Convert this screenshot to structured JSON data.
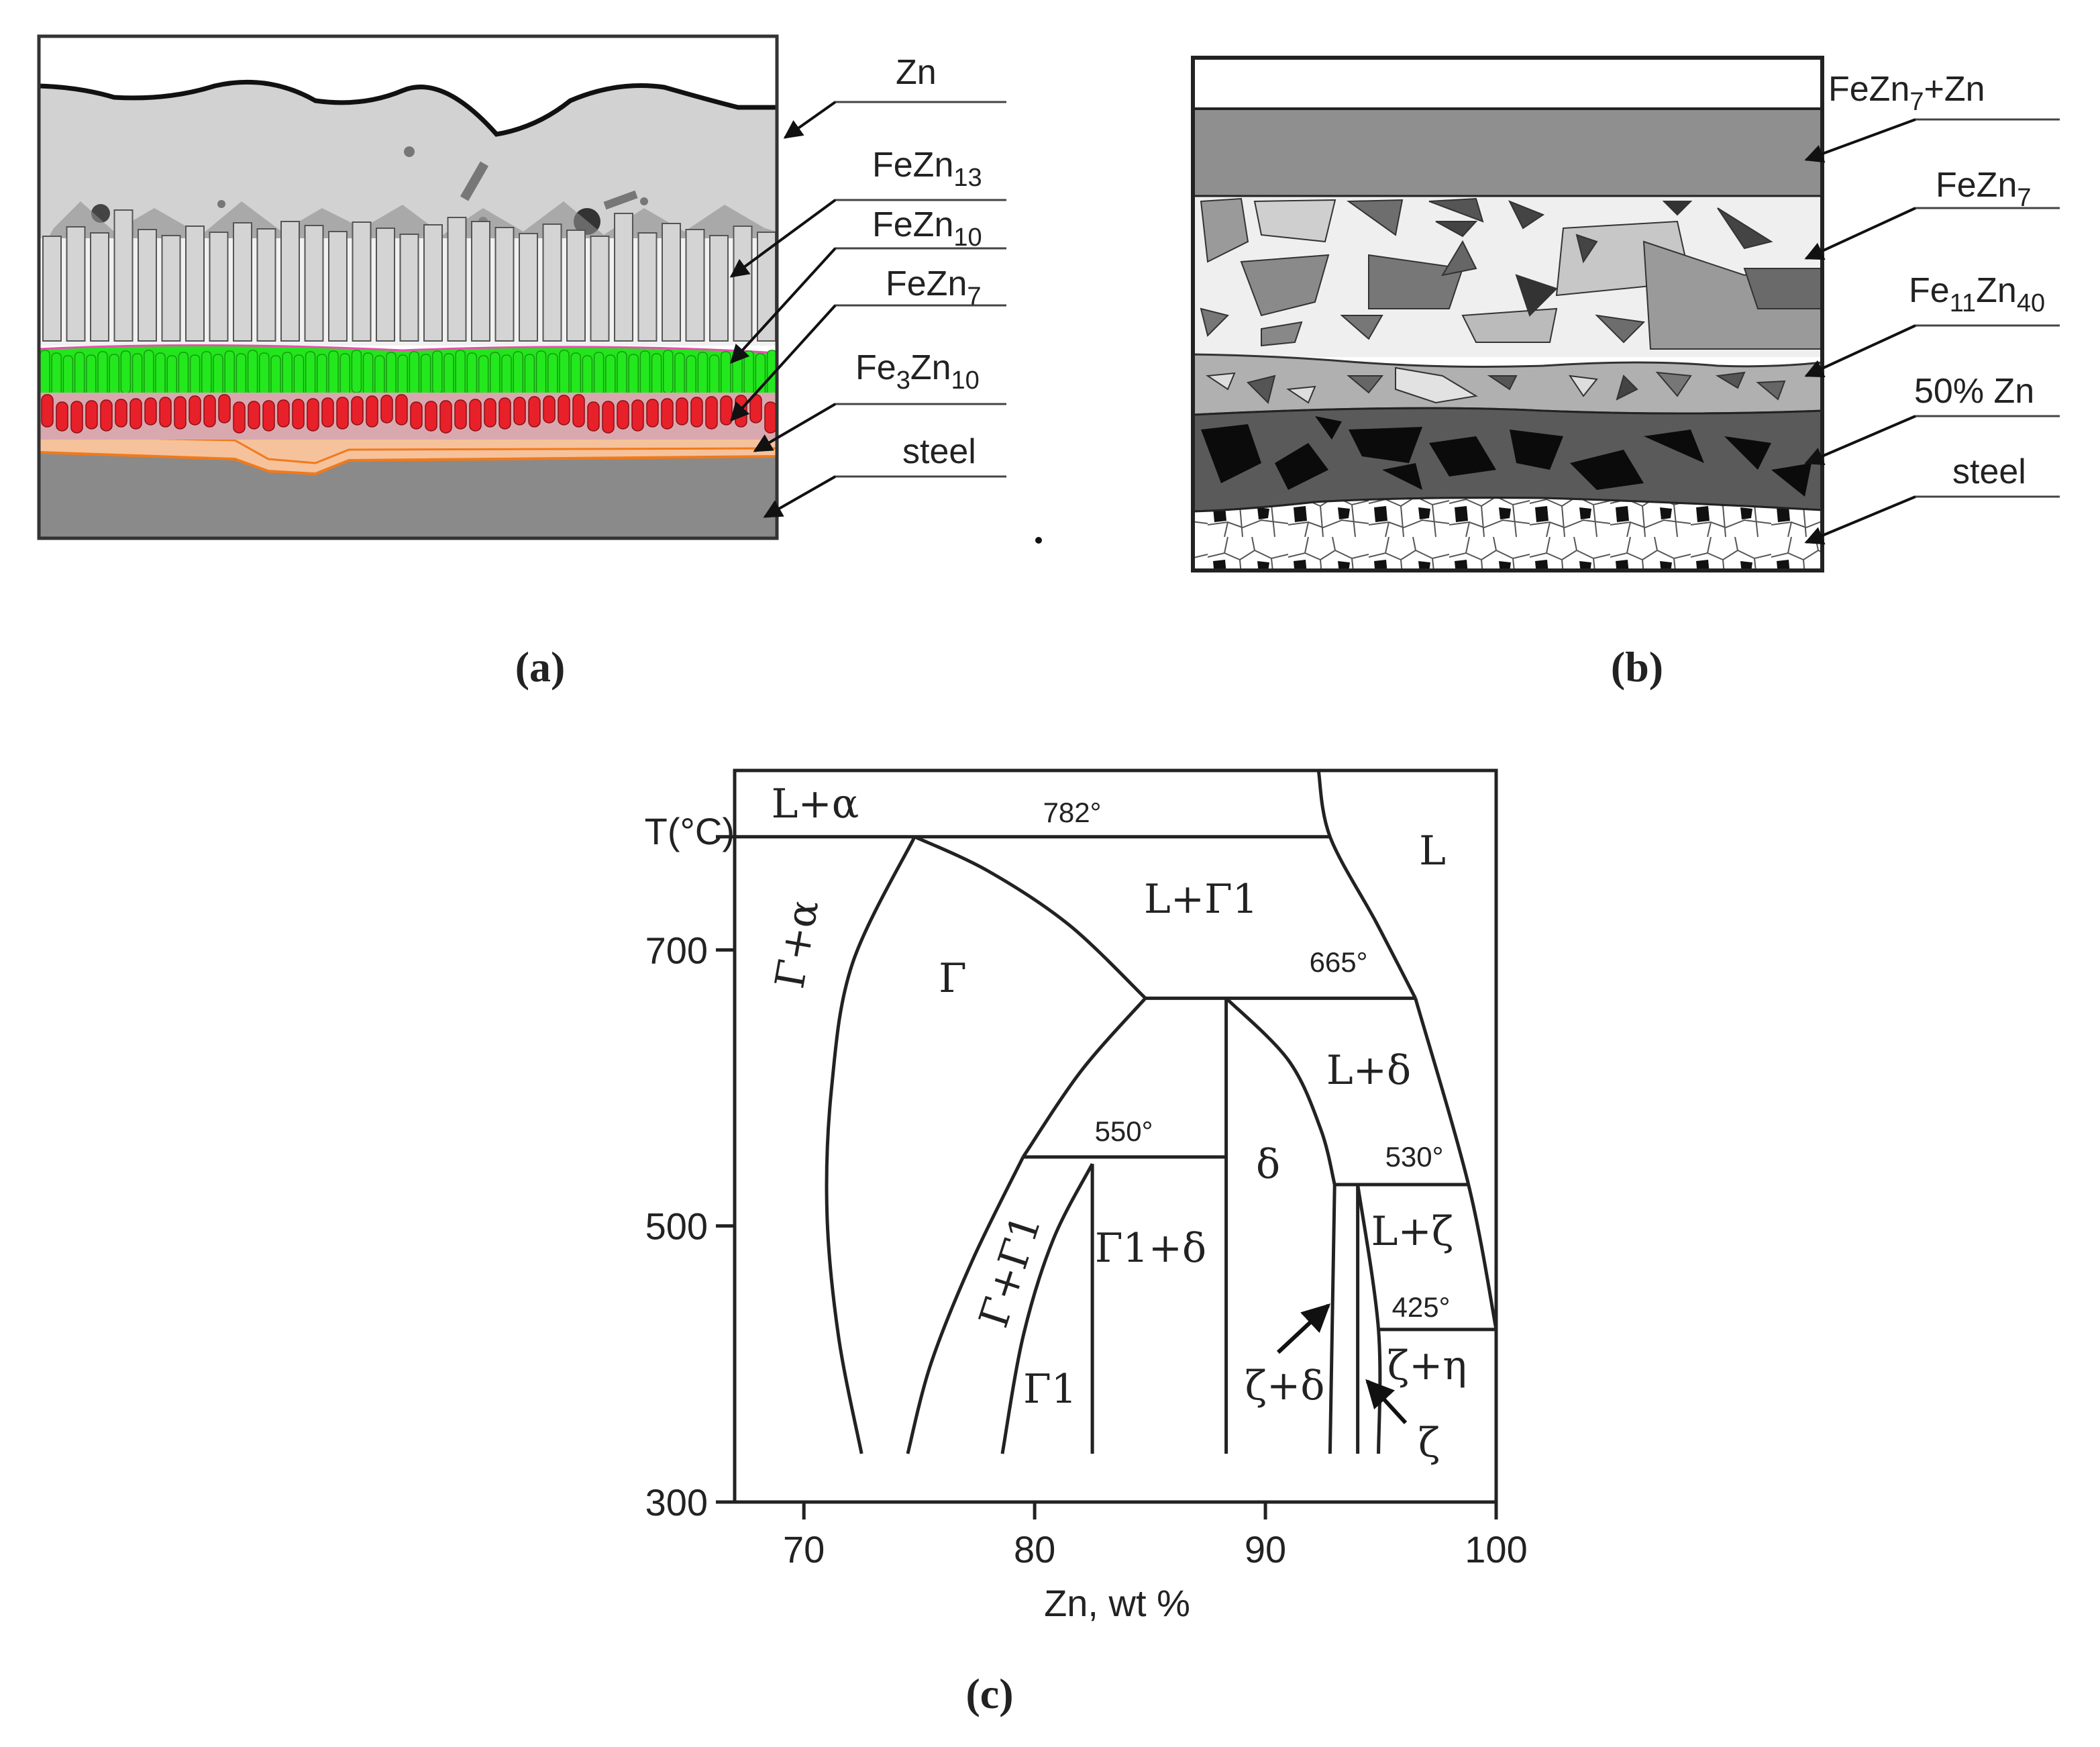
{
  "panel_a": {
    "caption": "(a)",
    "layers": [
      {
        "name": "Zn",
        "sub": ""
      },
      {
        "name": "FeZn",
        "sub": "13"
      },
      {
        "name": "FeZn",
        "sub": "10"
      },
      {
        "name": "FeZn",
        "sub": "7"
      },
      {
        "name": "Fe",
        "sub": "3",
        "name2": "Zn",
        "sub2": "10"
      },
      {
        "name": "steel",
        "sub": ""
      }
    ],
    "colors": {
      "zn": "#d2d2d2",
      "fezn13": "#cdcdcd",
      "fezn10": "#22e51b",
      "fezn7": "#e8202a",
      "fe3zn10": "#f07a1c",
      "steel": "#8a8a8a"
    }
  },
  "panel_b": {
    "caption": "(b)",
    "layers": [
      {
        "name": "FeZn",
        "sub": "7",
        "tail": "+Zn"
      },
      {
        "name": "FeZn",
        "sub": "7",
        "tail": ""
      },
      {
        "name": "Fe",
        "sub": "11",
        "name2": "Zn",
        "sub2": "40"
      },
      {
        "name": "50% Zn",
        "sub": ""
      },
      {
        "name": "steel",
        "sub": ""
      }
    ]
  },
  "panel_c": {
    "caption": "(c)",
    "ylabel": "T(°C)",
    "xlabel": "Zn, wt %",
    "xticks": [
      "70",
      "80",
      "90",
      "100"
    ],
    "yticks": [
      "700",
      "500",
      "300"
    ],
    "isotherms": [
      "782°",
      "665°",
      "550°",
      "530°",
      "425°"
    ],
    "regions": {
      "l_alpha": "L+α",
      "gamma_alpha": "Γ+α",
      "gamma": "Γ",
      "l_gamma1": "L+Γ1",
      "l": "L",
      "l_delta": "L+δ",
      "delta": "δ",
      "gamma_gamma1": "Γ+Γ1",
      "gamma1_delta": "Γ1+δ",
      "gamma1": "Γ1",
      "l_zeta": "L+ζ",
      "zeta_eta": "ζ+η",
      "zeta_delta": "ζ+δ",
      "zeta": "ζ"
    }
  },
  "chart_data": {
    "type": "phase-diagram",
    "title": "",
    "xlabel": "Zn, wt %",
    "ylabel": "T(°C)",
    "xlim": [
      67,
      100
    ],
    "ylim": [
      300,
      830
    ],
    "xticks": [
      70,
      80,
      90,
      100
    ],
    "yticks": [
      300,
      500,
      700
    ],
    "isotherms": [
      {
        "T": 782,
        "x_from": 67,
        "x_to": 92.8,
        "label": "782°"
      },
      {
        "T": 665,
        "x_from": 84.8,
        "x_to": 96.5,
        "label": "665°"
      },
      {
        "T": 550,
        "x_from": 79.5,
        "x_to": 88.3,
        "label": "550°"
      },
      {
        "T": 530,
        "x_from": 93.0,
        "x_to": 98.8,
        "label": "530°"
      },
      {
        "T": 425,
        "x_from": 94.9,
        "x_to": 100,
        "label": "425°"
      }
    ],
    "boundaries": [
      {
        "name": "gamma_alpha_solvus",
        "points": [
          [
            72.5,
            335
          ],
          [
            71.5,
            420
          ],
          [
            71.0,
            510
          ],
          [
            71.2,
            600
          ],
          [
            72.1,
            690
          ],
          [
            74.8,
            782
          ]
        ]
      },
      {
        "name": "gamma_right",
        "points": [
          [
            74.8,
            782
          ],
          [
            78.0,
            757
          ],
          [
            81.5,
            718
          ],
          [
            84.8,
            665
          ]
        ]
      },
      {
        "name": "gamma_gamma1_upper",
        "points": [
          [
            84.8,
            665
          ],
          [
            82.0,
            612
          ],
          [
            79.5,
            550
          ]
        ]
      },
      {
        "name": "gamma_gamma1_lower",
        "points": [
          [
            79.5,
            550
          ],
          [
            77.3,
            475
          ],
          [
            75.5,
            400
          ],
          [
            74.5,
            335
          ]
        ]
      },
      {
        "name": "gamma1_left",
        "points": [
          [
            82.5,
            545
          ],
          [
            80.8,
            490
          ],
          [
            79.5,
            420
          ],
          [
            78.6,
            335
          ]
        ]
      },
      {
        "name": "gamma1_right",
        "points": [
          [
            82.5,
            545
          ],
          [
            82.5,
            335
          ]
        ]
      },
      {
        "name": "delta_left",
        "points": [
          [
            88.3,
            665
          ],
          [
            88.3,
            335
          ]
        ]
      },
      {
        "name": "delta_right_liquidus",
        "points": [
          [
            88.3,
            665
          ],
          [
            91.0,
            620
          ],
          [
            92.4,
            570
          ],
          [
            93.0,
            530
          ]
        ]
      },
      {
        "name": "delta_right",
        "points": [
          [
            93.0,
            530
          ],
          [
            92.8,
            335
          ]
        ]
      },
      {
        "name": "zeta_left",
        "points": [
          [
            94.0,
            530
          ],
          [
            94.0,
            335
          ]
        ]
      },
      {
        "name": "zeta_right",
        "points": [
          [
            94.0,
            530
          ],
          [
            94.9,
            425
          ],
          [
            94.9,
            335
          ]
        ]
      },
      {
        "name": "liquidus_upper",
        "points": [
          [
            92.3,
            830
          ],
          [
            92.8,
            782
          ],
          [
            94.8,
            720
          ],
          [
            96.5,
            665
          ]
        ]
      },
      {
        "name": "liquidus_lower",
        "points": [
          [
            96.5,
            665
          ],
          [
            98.8,
            530
          ],
          [
            100,
            425
          ]
        ]
      }
    ]
  }
}
